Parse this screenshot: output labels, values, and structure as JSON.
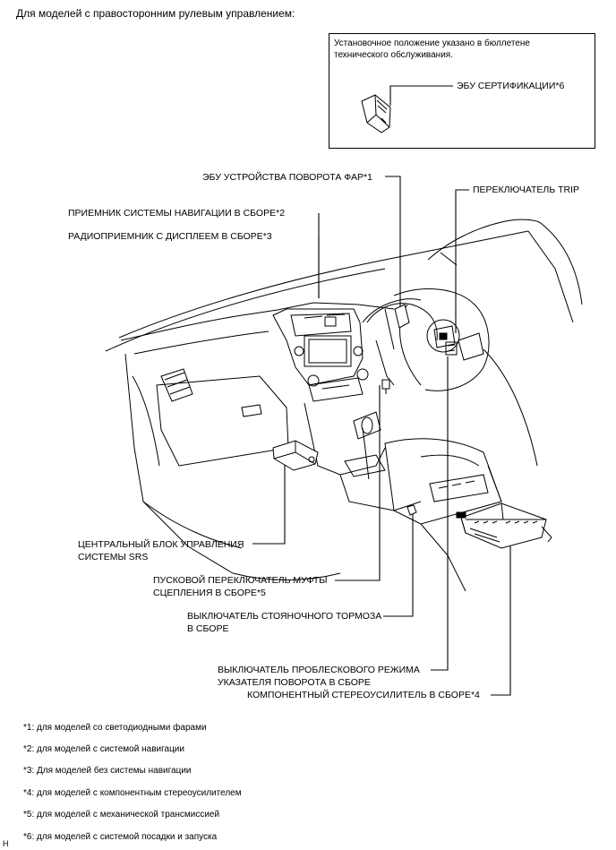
{
  "title": "Для моделей с правосторонним рулевым управлением:",
  "inset": {
    "note_line1": "Установочное положение указано в бюллетене",
    "note_line2": "технического обслуживания.",
    "ecu_label": "ЭБУ СЕРТИФИКАЦИИ*6"
  },
  "labels": {
    "headlamp_ecu": "ЭБУ УСТРОЙСТВА ПОВОРОТА ФАР*1",
    "trip_switch": "ПЕРЕКЛЮЧАТЕЛЬ TRIP",
    "nav_receiver": "ПРИЕМНИК СИСТЕМЫ НАВИГАЦИИ В СБОРЕ*2",
    "radio_receiver": "РАДИОПРИЕМНИК С ДИСПЛЕЕМ В СБОРЕ*3",
    "srs_line1": "ЦЕНТРАЛЬНЫЙ БЛОК УПРАВЛЕНИЯ",
    "srs_line2": "СИСТЕМЫ SRS",
    "clutch_line1": "ПУСКОВОЙ ПЕРЕКЛЮЧАТЕЛЬ МУФТЫ",
    "clutch_line2": "СЦЕПЛЕНИЯ В СБОРЕ*5",
    "parking_line1": "ВЫКЛЮЧАТЕЛЬ СТОЯНОЧНОГО ТОРМОЗА",
    "parking_line2": "В СБОРЕ",
    "hazard_line1": "ВЫКЛЮЧАТЕЛЬ ПРОБЛЕСКОВОГО РЕЖИМА",
    "hazard_line2": "УКАЗАТЕЛЯ ПОВОРОТА В СБОРЕ",
    "amplifier": "КОМПОНЕНТНЫЙ СТЕРЕОУСИЛИТЕЛЬ В СБОРЕ*4"
  },
  "footnotes": [
    "*1: для моделей со светодиодными фарами",
    "*2: для моделей с системой навигации",
    "*3: Для моделей без системы навигации",
    "*4: для моделей с компонентным стереоусилителем",
    "*5: для моделей с механической трансмиссией",
    "*6: для моделей с системой посадки и запуска"
  ],
  "corner_mark": "H"
}
